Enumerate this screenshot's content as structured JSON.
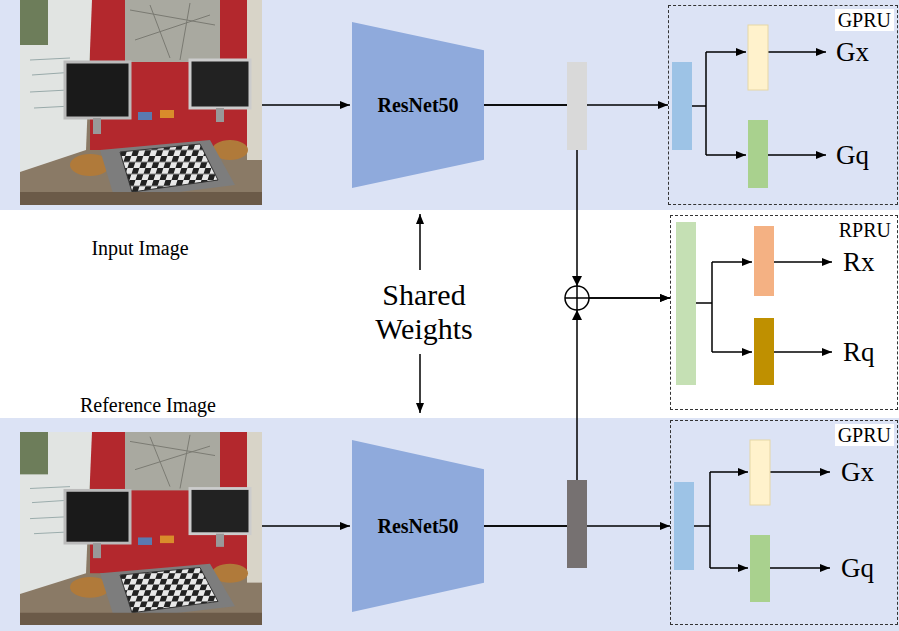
{
  "diagram": {
    "nodes": [
      {
        "text": [
          "ResNet50"
        ]
      },
      {
        "text": [
          "GPRU",
          "Gx",
          "Gq"
        ]
      },
      {
        "text": [
          "RPRU",
          "Rx",
          "Rq"
        ]
      },
      {
        "text": [
          "ResNet50"
        ]
      },
      {
        "text": [
          "GPRU",
          "Gx",
          "Gq"
        ]
      }
    ],
    "edges": [
      {
        "from": 0,
        "to": 1,
        "arrow": "to"
      },
      {
        "from": 0,
        "to": 2,
        "arrow": "to"
      },
      {
        "from": 3,
        "to": 4,
        "arrow": "to"
      },
      {
        "from": 3,
        "to": 2,
        "arrow": "to"
      }
    ],
    "labels": [
      "Input Image",
      "Shared Weights",
      "Reference Image"
    ]
  }
}
